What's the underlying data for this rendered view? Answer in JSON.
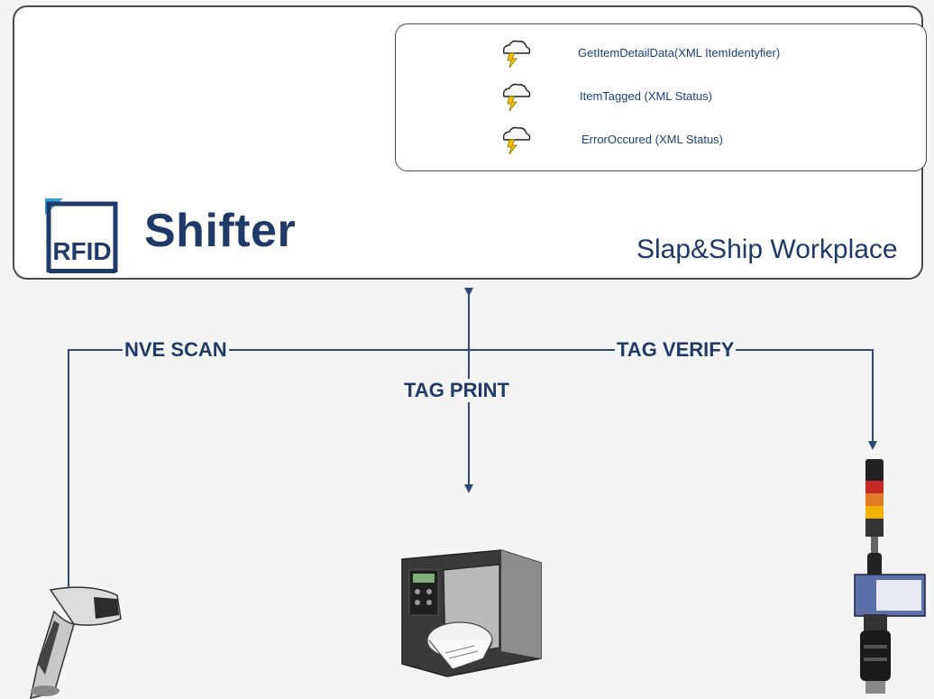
{
  "workplace": {
    "product_name": "Shifter",
    "logo_text": "RFID",
    "title": "Slap&Ship Workplace"
  },
  "events": [
    {
      "icon": "lightning-cloud-icon",
      "label": "GetItemDetailData(XML ItemIdentyfier)"
    },
    {
      "icon": "lightning-cloud-icon",
      "label": "ItemTagged (XML Status)"
    },
    {
      "icon": "lightning-cloud-icon",
      "label": "ErrorOccured (XML Status)"
    }
  ],
  "connections": {
    "scan_label": "NVE SCAN",
    "print_label": "TAG PRINT",
    "verify_label": "TAG VERIFY"
  },
  "devices": [
    {
      "icon": "barcode-scanner-icon"
    },
    {
      "icon": "label-printer-icon"
    },
    {
      "icon": "signal-tower-reader-icon"
    }
  ],
  "colors": {
    "navy": "#1f3a68",
    "arrow": "#2c4a7a",
    "lightning": "#f2c200",
    "panel_border": "#4a4a4a"
  }
}
